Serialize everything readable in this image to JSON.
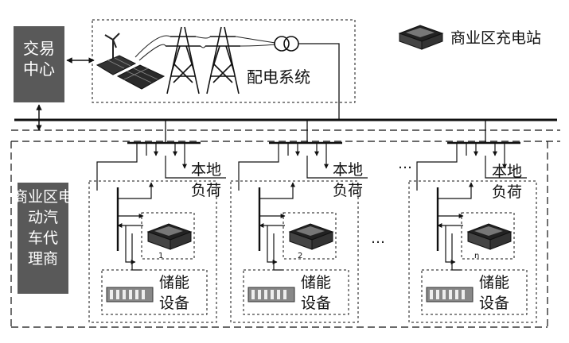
{
  "trading_center": {
    "line1": "交易",
    "line2": "中心"
  },
  "distribution_system": "配电系统",
  "legend": {
    "label": "商业区充电站",
    "icon": "charging-station-icon"
  },
  "ev_aggregator": {
    "lines": [
      "商业区电",
      "动汽",
      "车代",
      "理商"
    ]
  },
  "local_load": {
    "line1": "本地",
    "line2": "负荷"
  },
  "storage": {
    "line1": "储能",
    "line2": "设备"
  },
  "stations": [
    {
      "index": "1"
    },
    {
      "index": "2"
    },
    {
      "index": "n"
    }
  ],
  "ellipsis_top": "…",
  "ellipsis_mid": "…",
  "colors": {
    "box_fill": "#595959",
    "line": "#111111"
  }
}
